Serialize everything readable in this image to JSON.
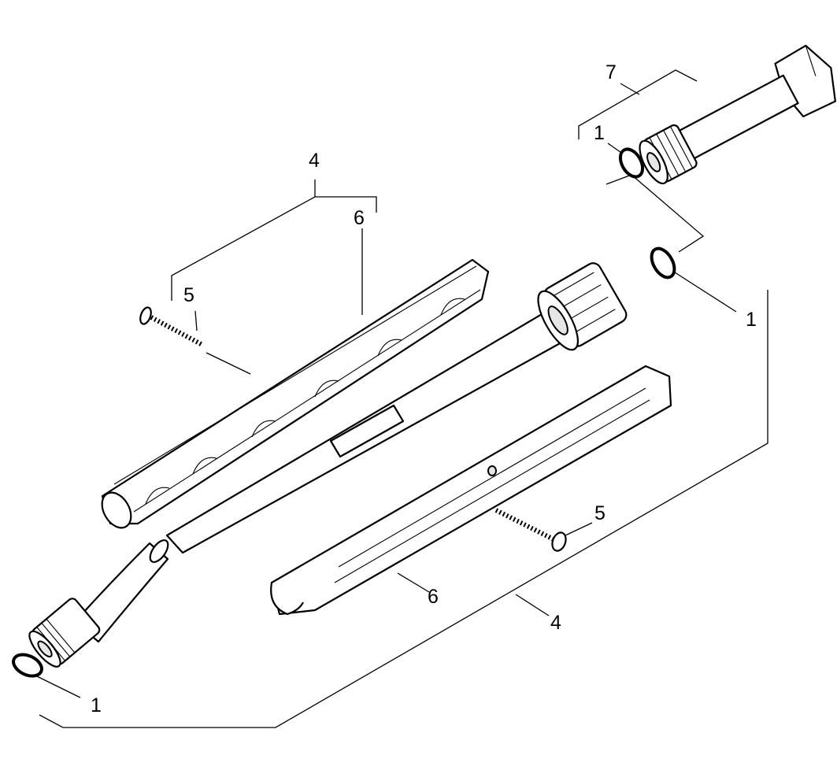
{
  "callouts": {
    "adapter_top": "7",
    "oring_top": "1",
    "handle_upper": "4",
    "shell_upper": "6",
    "screw_upper": "5",
    "oring_right": "1",
    "screw_lower": "5",
    "shell_lower": "6",
    "handle_lower": "4",
    "oring_bottom": "1"
  }
}
